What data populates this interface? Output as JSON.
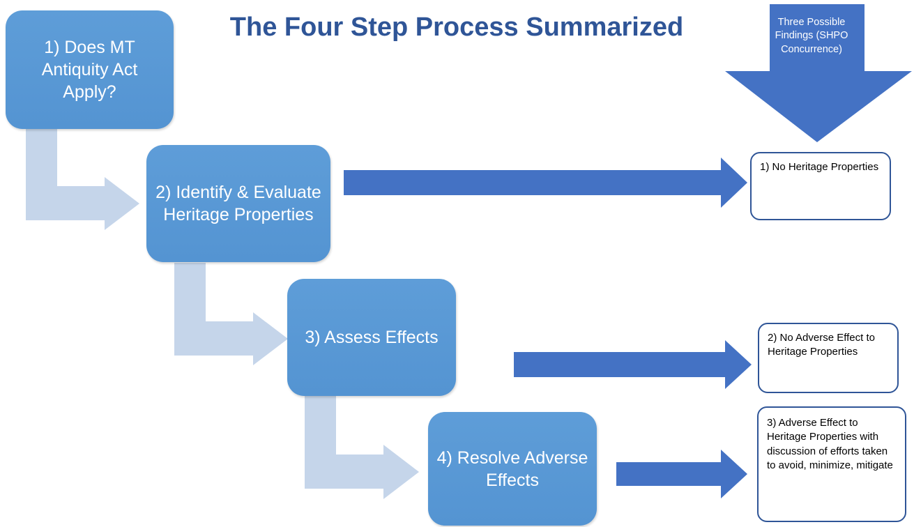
{
  "title": "The Four Step Process Summarized",
  "steps": [
    {
      "label": "1) Does MT Antiquity Act Apply?"
    },
    {
      "label": "2) Identify & Evaluate Heritage Properties"
    },
    {
      "label": "3) Assess Effects"
    },
    {
      "label": "4) Resolve Adverse Effects"
    }
  ],
  "findings_header": "Three Possible Findings (SHPO Concurrence)",
  "findings": [
    {
      "label": "1) No Heritage Properties"
    },
    {
      "label": "2) No Adverse Effect to Heritage Properties"
    },
    {
      "label": "3) Adverse Effect to Heritage Properties with discussion of efforts taken to avoid, minimize, mitigate"
    }
  ],
  "colors": {
    "title": "#2F5597",
    "step_fill": "#5B9BD5",
    "connector_fill": "#C5D5EA",
    "arrow_fill": "#4472C4",
    "finding_border": "#2F5597"
  }
}
